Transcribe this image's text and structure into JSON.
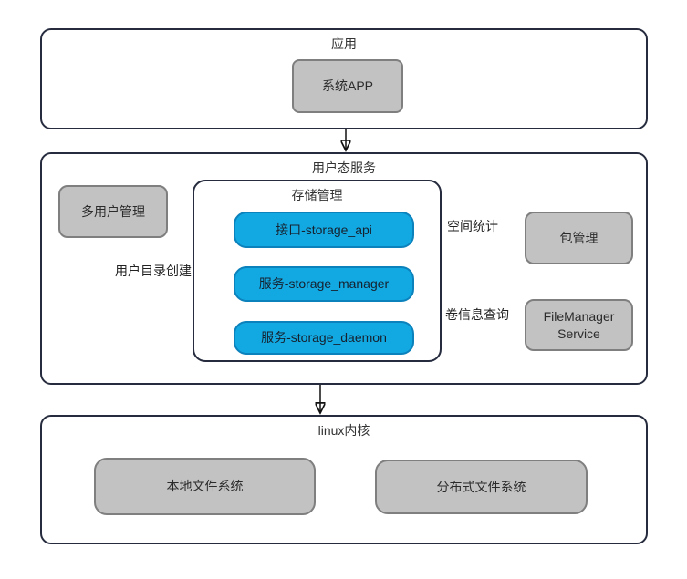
{
  "layers": {
    "app": {
      "title": "应用"
    },
    "user": {
      "title": "用户态服务"
    },
    "storage": {
      "title": "存储管理"
    },
    "kernel": {
      "title": "linux内核"
    }
  },
  "nodes": {
    "system_app": "系统APP",
    "multi_user": "多用户管理",
    "storage_api": "接口-storage_api",
    "storage_manager": "服务-storage_manager",
    "storage_daemon": "服务-storage_daemon",
    "package_mgmt": "包管理",
    "filemanager": "FileManager Service",
    "local_fs": "本地文件系统",
    "distributed_fs": "分布式文件系统"
  },
  "edges": {
    "user_dir_create": "用户目录创建",
    "space_stats": "空间统计",
    "volume_info": "卷信息查询"
  },
  "colors": {
    "blue_fill": "#12A9E3",
    "blue_border": "#0C82BC",
    "gray_fill": "#C2C2C2",
    "gray_border": "#7F7F7F",
    "container_border": "#262C3E",
    "arrow": "#111111"
  }
}
